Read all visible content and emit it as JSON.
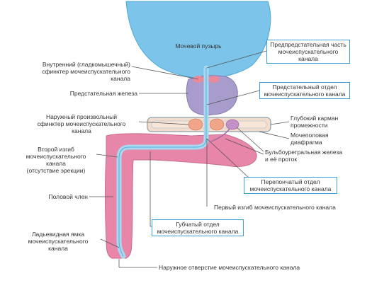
{
  "diagram": {
    "bladder": "Мочевой пузырь",
    "prostatic_urethra": "Предпредстательная часть\nмочеиспускательного канала",
    "internal_sphincter": "Внутренний (гладкомышечный)\nсфинктер мочеиспускательного\nканала",
    "prostatic_part": "Предстательный отдел\nмочеиспускательного канала",
    "prostate": "Предстательная железа",
    "deep_pouch": "Глубокий карман\nпромежности",
    "external_sphincter": "Наружный произвольный\nсфинктер мочеиспускательного\nканала",
    "urogenital_diaphragm": "Мочеполовая\nдиафрагма",
    "second_bend": "Второй изгиб\nмочеиспускательного\nканала\n(отсутствие эрекции)",
    "bulbourethral_gland": "Бульбоуретральная железа\nи её проток",
    "membranous_part": "Перепончатый отдел\nмочеиспускательного канала",
    "penis": "Половой член",
    "first_bend": "Первый изгиб мочеиспускательного канала",
    "spongy_part": "Губчатый отдел\nмочеиспускательного канала",
    "navicular_fossa": "Ладьевидная ямка\nмочеиспускательного\nканала",
    "external_orifice": "Наружное отверстие мочеиспускательного канала"
  },
  "colors": {
    "bladder": "#7cc4ea",
    "urethra": "#a8d8f0",
    "prostate": "#a89ccc",
    "penis": "#e886aa",
    "diaphragm": "#f3dccc",
    "sphincter": "#f0a488",
    "leader": "#555555",
    "box_border": "#3f9fd6"
  }
}
